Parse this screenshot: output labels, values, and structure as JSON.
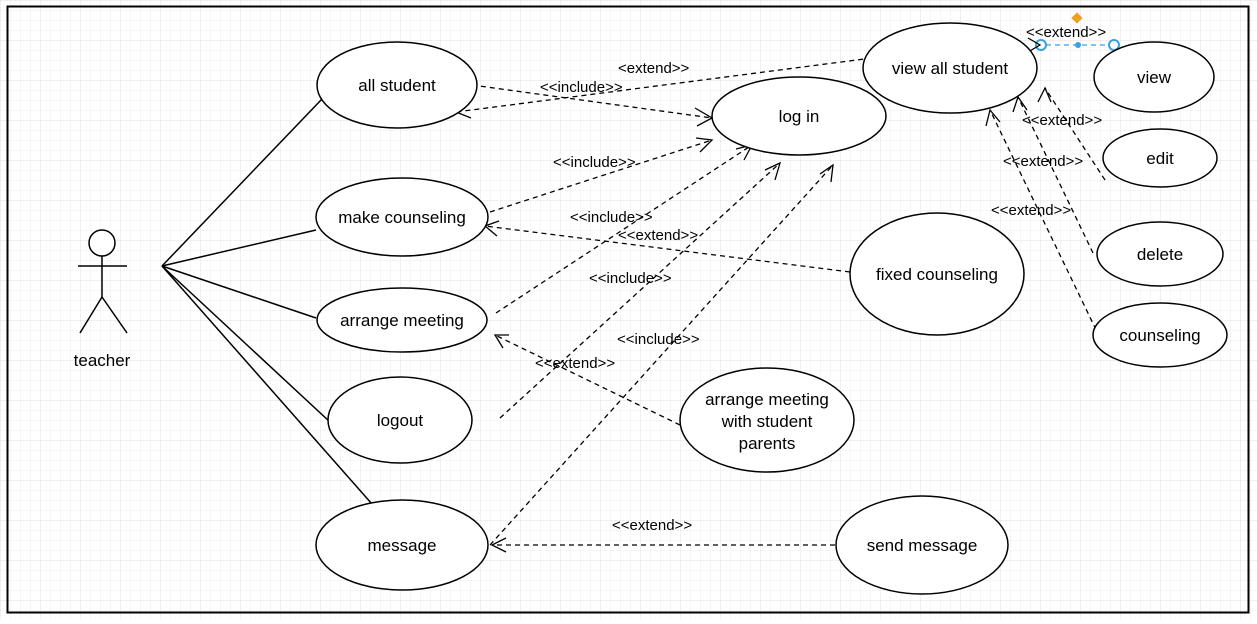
{
  "diagram": {
    "type": "use-case",
    "actor": {
      "label": "teacher"
    },
    "use_cases": {
      "all_student": "all student",
      "make_counseling": "make counseling",
      "arrange_meeting": "arrange meeting",
      "logout": "logout",
      "message": "message",
      "log_in": "log in",
      "view_all_student": "view all student",
      "view": "view",
      "edit": "edit",
      "delete": "delete",
      "counseling": "counseling",
      "fixed_counseling": "fixed counseling",
      "arrange_meeting_with_parents": [
        "arrange meeting",
        "with student",
        "parents"
      ],
      "send_message": "send message"
    },
    "stereotypes": {
      "include": "<<include>>",
      "extend": "<<extend>>",
      "extend_alt": "<extend>>"
    }
  }
}
